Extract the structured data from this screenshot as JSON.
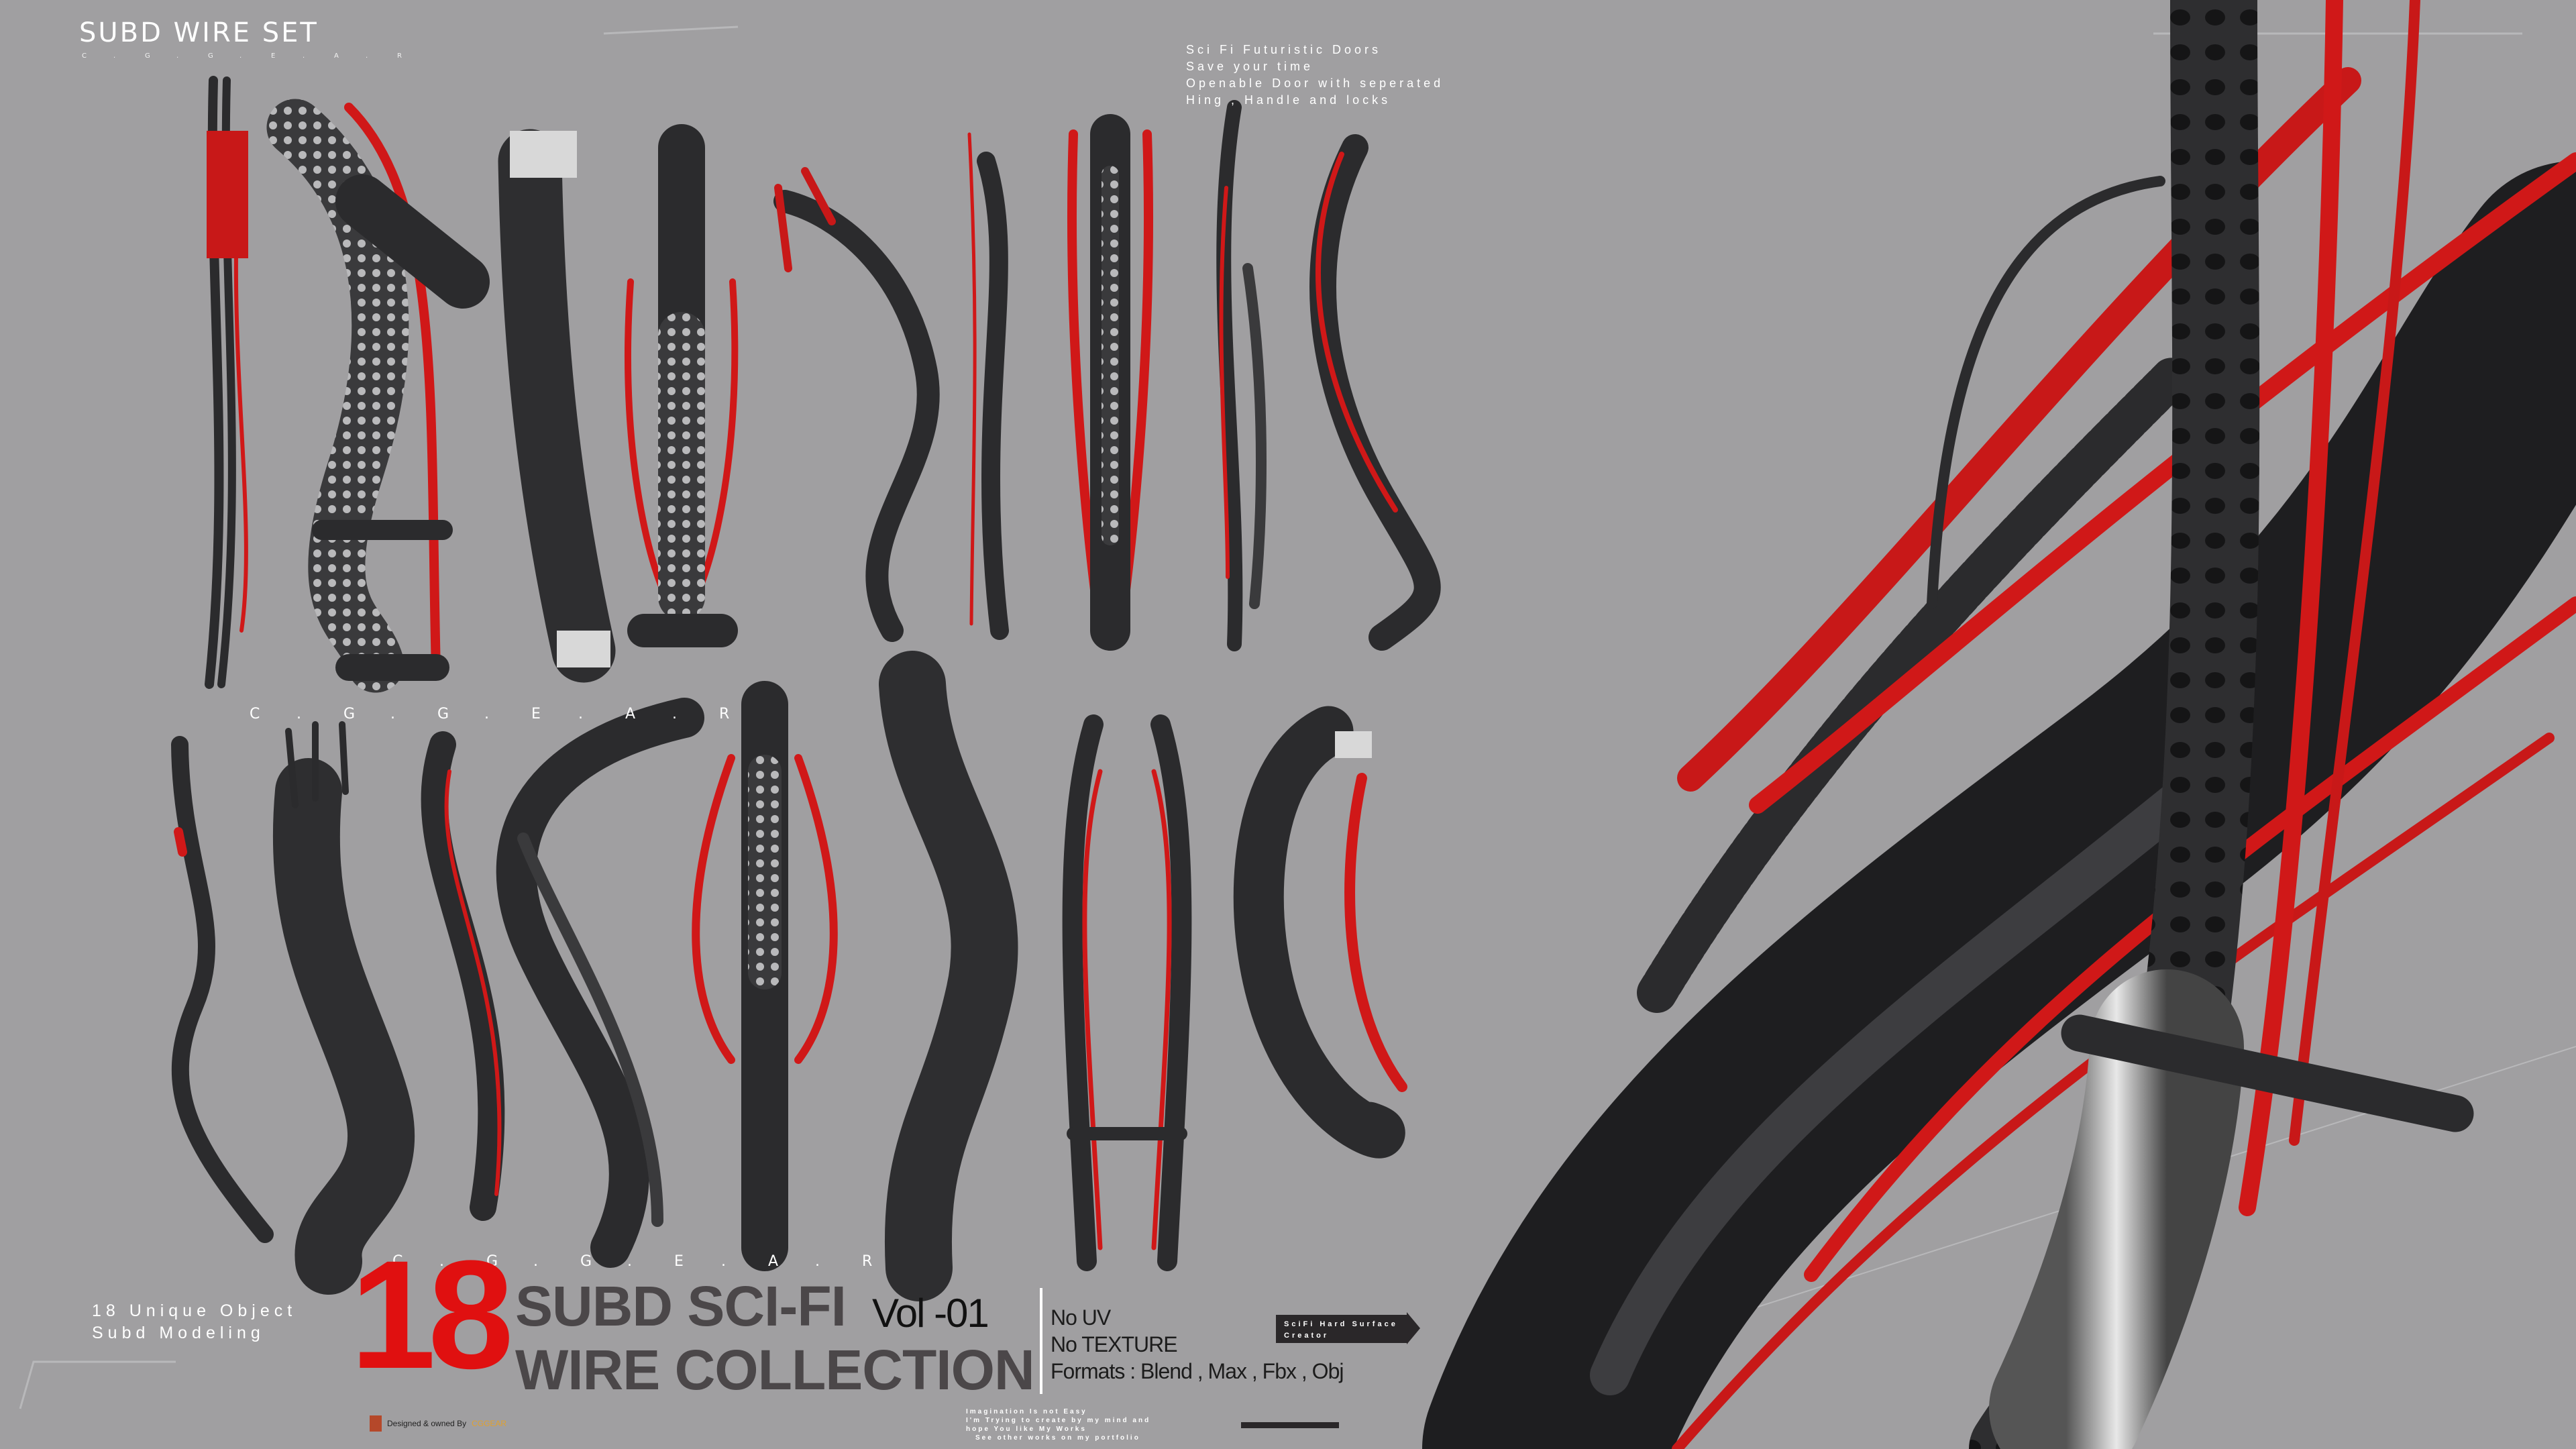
{
  "header": {
    "title": "SUBD WIRE SET",
    "letters": [
      "C",
      ".",
      "G",
      ".",
      "G",
      ".",
      "E",
      ".",
      "A",
      ".",
      "R"
    ]
  },
  "info_lines": [
    "Sci Fi Futuristic Doors",
    "Save your time",
    "Openable Door with seperated",
    "Hing , Handle and locks"
  ],
  "row_letters": [
    "C",
    ".",
    "G",
    ".",
    "G",
    ".",
    "E",
    ".",
    "A",
    ".",
    "R"
  ],
  "footer": {
    "unique_line1": "18 Unique Object",
    "unique_line2": "Subd Modeling",
    "count": "18",
    "headline1": "SUBD SCI-FI",
    "headline2": "WIRE COLLECTION",
    "volume": "Vol -01",
    "specs": [
      "No UV",
      "No TEXTURE",
      "Formats : Blend , Max , Fbx , Obj"
    ],
    "badge_line1": "SciFi Hard Surface",
    "badge_line2": "Creator",
    "quote": [
      "Imagination Is not Easy",
      "I'm Trying to create by my mind and",
      "hope You like My Works",
      "See other works on my portfolio"
    ],
    "designed_by": "Designed & owned By",
    "brand": "CGGEAR"
  },
  "colors": {
    "background": "#a09fa1",
    "accent_red": "#e01010",
    "wire_black": "#2b2b2d",
    "brand_orange": "#e0a030"
  }
}
